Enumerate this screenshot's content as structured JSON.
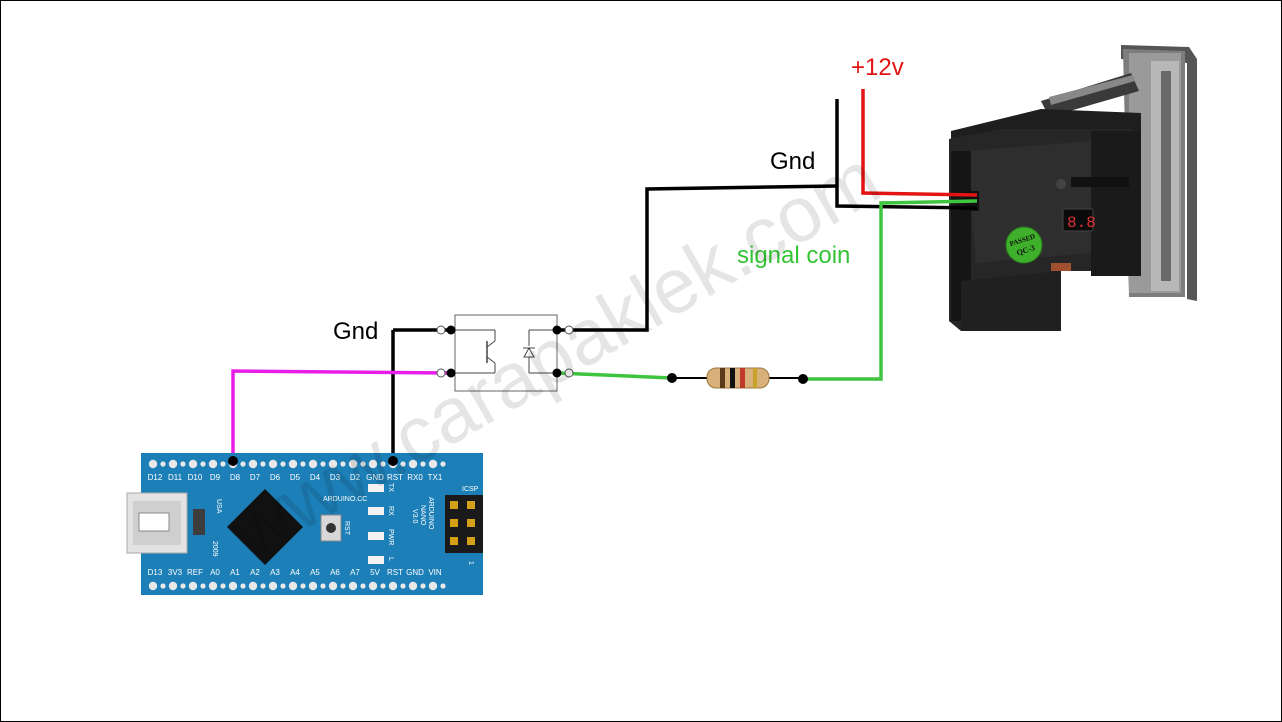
{
  "labels": {
    "gnd_top": "Gnd",
    "gnd_left": "Gnd",
    "plus12v": "+12v",
    "signal_coin": "signal coin",
    "watermark": "www.carapaklek.com"
  },
  "colors": {
    "wire_black": "#000000",
    "wire_red": "#e31414",
    "wire_green": "#3ec43e",
    "wire_magenta": "#e81ee8",
    "text_red": "#e31414",
    "text_green": "#33c333",
    "board_blue": "#1d7fb7"
  },
  "arduino": {
    "top_pins": [
      "D12",
      "D11",
      "D10",
      "D9",
      "D8",
      "D7",
      "D6",
      "D5",
      "D4",
      "D3",
      "D2",
      "GND",
      "RST",
      "RX0",
      "TX1"
    ],
    "bottom_pins": [
      "D13",
      "3V3",
      "REF",
      "A0",
      "A1",
      "A2",
      "A3",
      "A4",
      "A5",
      "A6",
      "A7",
      "5V",
      "RST",
      "GND",
      "VIN"
    ],
    "usa": "USA",
    "year": "2009",
    "brand": "ARDUINO.CC",
    "rst": "RST",
    "led_tx": "TX",
    "led_rx": "RX",
    "led_pwr": "PWR",
    "led_l": "L",
    "name_line1": "ARDUINO",
    "name_line2": "NANO",
    "name_line3": "V3.0",
    "icsp": "ICSP",
    "one": "1"
  },
  "coin_acceptor": {
    "badge_line1": "PASSED",
    "badge_line2": "QC-3"
  },
  "icons": [
    "optocoupler-icon",
    "resistor-icon",
    "arduino-nano-icon",
    "coin-acceptor-icon"
  ]
}
